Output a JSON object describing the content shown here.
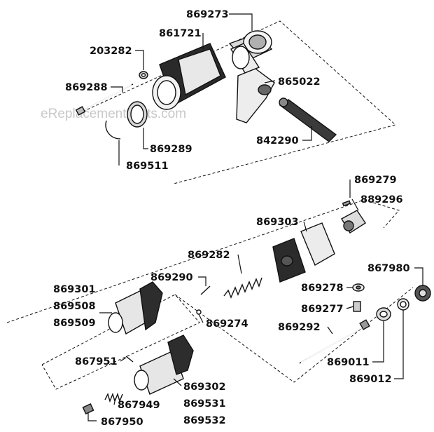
{
  "watermark": "eReplacementParts.com",
  "labels": {
    "p869273": "869273",
    "p861721": "861721",
    "p203282": "203282",
    "p869288": "869288",
    "p865022": "865022",
    "p842290": "842290",
    "p869289": "869289",
    "p869511": "869511",
    "p869279": "869279",
    "p889296": "889296",
    "p869303": "869303",
    "p869282": "869282",
    "p867980": "867980",
    "p869290": "869290",
    "p869301": "869301",
    "p869508": "869508",
    "p869509": "869509",
    "p869278": "869278",
    "p869277": "869277",
    "p869274": "869274",
    "p869292": "869292",
    "p867951": "867951",
    "p869011": "869011",
    "p869302": "869302",
    "p869012": "869012",
    "p869531": "869531",
    "p867949": "867949",
    "p869532": "869532",
    "p867950": "867950"
  }
}
